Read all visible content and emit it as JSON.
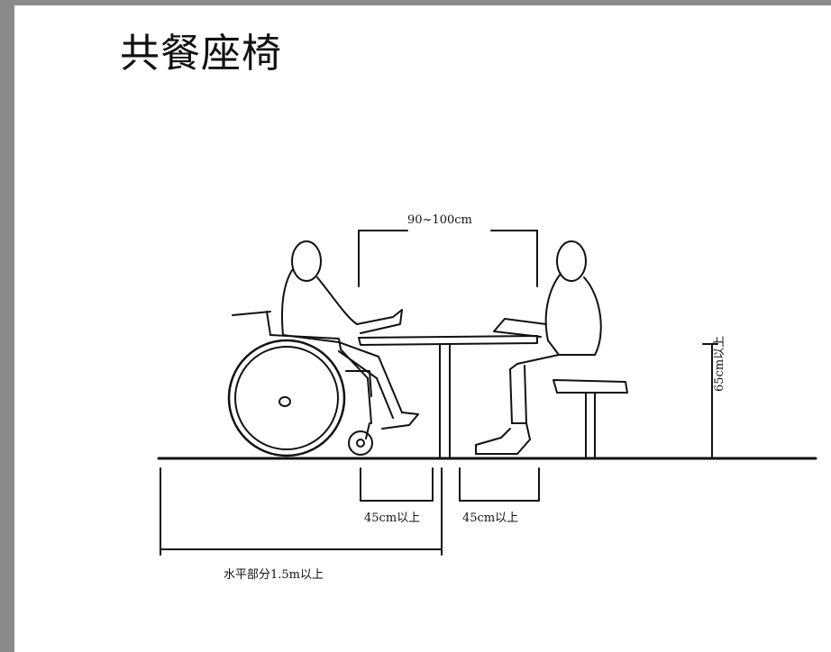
{
  "title": "共餐座椅",
  "diagram": {
    "table_span_label": "90~100cm",
    "knee_clearance_left_label": "45cm以上",
    "knee_clearance_right_label": "45cm以上",
    "horizontal_area_label": "水平部分1.5m以上",
    "table_height_label": "65cm以上"
  }
}
